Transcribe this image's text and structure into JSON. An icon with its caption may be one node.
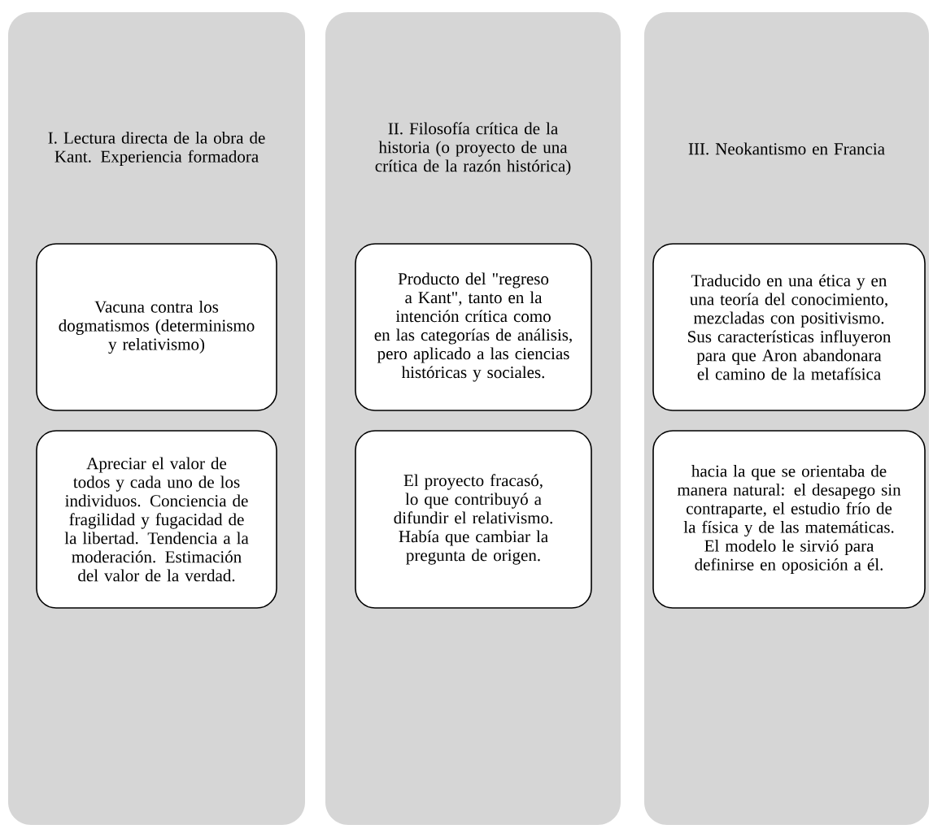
{
  "diagram": {
    "nodes": [
      {
        "text": [
          "I. Lectura directa de la obra de Kant. Experiencia formadora"
        ]
      },
      {
        "text": [
          "Vacuna contra los dogmatismos (determinismo y relativismo)"
        ],
        "in": 0
      },
      {
        "text": [
          "Apreciar el valor de todos y cada uno de los individuos. Conciencia de fragilidad y fugacidad de la libertad. Tendencia a la moderación. Estimación del valor de la verdad."
        ],
        "in": 0
      },
      {
        "text": [
          "II. Filosofía crítica de la historia (o proyecto de una crítica de la razón histórica)"
        ]
      },
      {
        "text": [
          "Producto del \"regreso a Kant\", tanto en la intención crítica como en las categorías de análisis, pero aplicado a las ciencias históricas y sociales."
        ],
        "in": 3
      },
      {
        "text": [
          "El proyecto fracasó, lo que contribuyó a difundir el relativismo. Había que cambiar la pregunta de origen."
        ],
        "in": 3
      },
      {
        "text": [
          "III. Neokantismo en Francia"
        ]
      },
      {
        "text": [
          "Traducido en una ética y en una teoría del conocimiento, mezcladas con positivismo. Sus características influyeron para que Aron abandonara el camino de la metafísica"
        ],
        "in": 6
      },
      {
        "text": [
          "hacia la que se orientaba de manera natural: el desapego sin contraparte, el estudio frío de la física y de las matemáticas. El modelo le sirvió para definirse en oposición a él."
        ],
        "in": 6
      }
    ]
  }
}
